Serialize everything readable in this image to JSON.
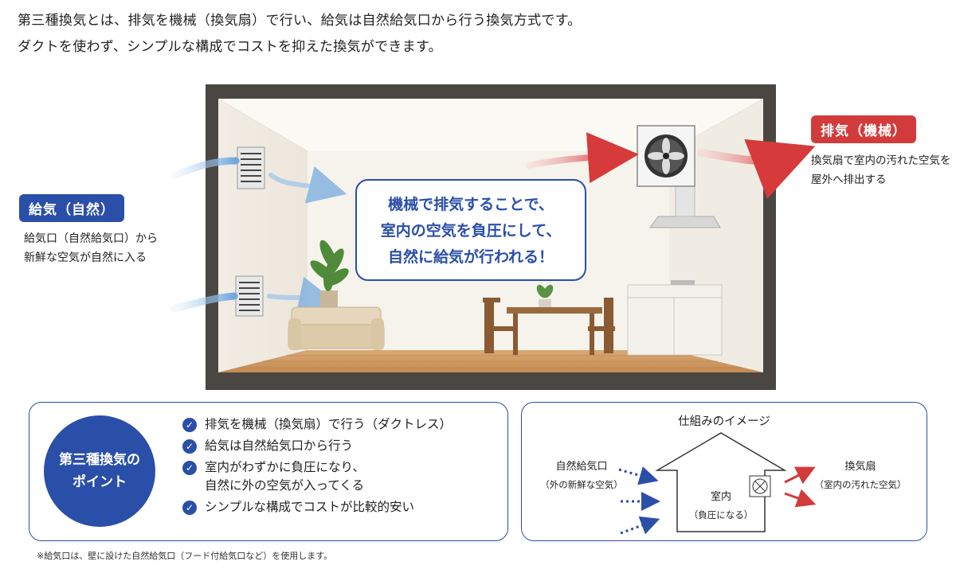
{
  "intro": {
    "line1": "第三種換気とは、排気を機械（換気扇）で行い、給気は自然給気口から行う換気方式です。",
    "line2": "ダクトを使わず、シンプルな構成でコストを抑えた換気ができます。"
  },
  "supply": {
    "badge": "給気（自然）",
    "desc1": "給気口（自然給気口）から",
    "desc2": "新鮮な空気が自然に入る"
  },
  "exhaust": {
    "badge": "排気（機械）",
    "desc1": "換気扇で室内の汚れた空気を",
    "desc2": "屋外へ排出する"
  },
  "callout": {
    "line1": "機械で排気することで、",
    "line2": "室内の空気を負圧にして、",
    "line3": "自然に給気が行われる！"
  },
  "points": {
    "title1": "第三種換気の",
    "title2": "ポイント",
    "check_icon": "✓",
    "items": [
      "排気を機械（換気扇）で行う（ダクトレス）",
      "給気は自然給気口から行う",
      "室内がわずかに負圧になり、",
      "自然に外の空気が入ってくる",
      "シンプルな構成でコストが比較的安い"
    ]
  },
  "mechanism": {
    "title": "仕組みのイメージ",
    "inlet_label": "自然給気口",
    "inlet_sub": "（外の新鮮な空気）",
    "room_label": "室内",
    "room_sub": "（負圧になる）",
    "fan_label": "換気扇",
    "fan_sub": "（室内の汚れた空気）"
  },
  "footnote": "※給気口は、壁に設けた自然給気口（フード付給気口など）を使用します。",
  "colors": {
    "blue": "#2a4fa8",
    "red": "#d23b3b",
    "supply_arrow": "#7fb2e5",
    "exhaust_arrow": "#d94040"
  }
}
